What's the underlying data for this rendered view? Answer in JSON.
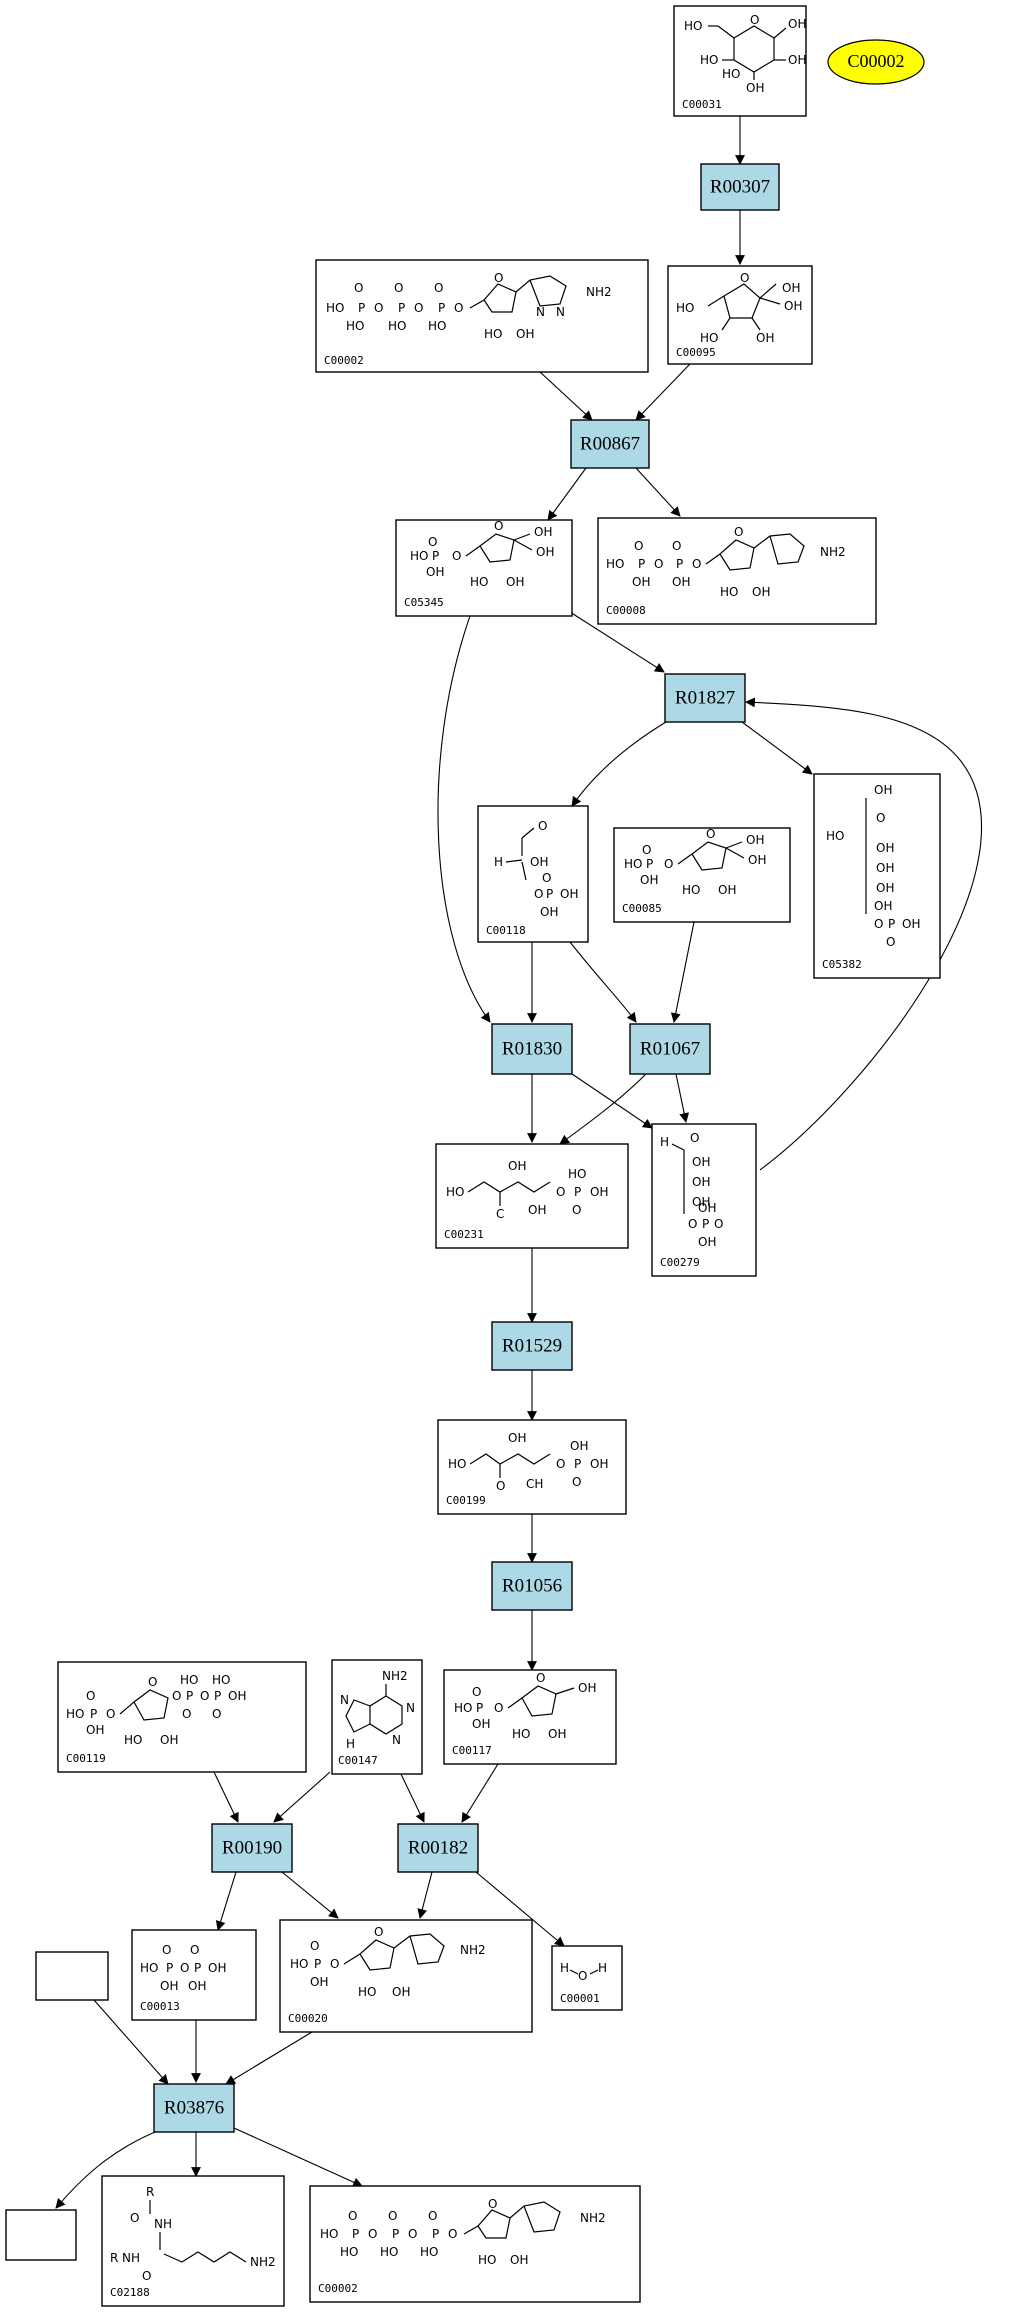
{
  "legend": {
    "compound": "C00002"
  },
  "reactions": {
    "R00307": "R00307",
    "R00867": "R00867",
    "R01827": "R01827",
    "R01830": "R01830",
    "R01067": "R01067",
    "R01529": "R01529",
    "R01056": "R01056",
    "R00190": "R00190",
    "R00182": "R00182",
    "R03876": "R03876"
  },
  "compounds": {
    "c00031": {
      "id": "C00031"
    },
    "c00095": {
      "id": "C00095"
    },
    "c00002_top": {
      "id": "C00002"
    },
    "c05345": {
      "id": "C05345"
    },
    "c00008": {
      "id": "C00008"
    },
    "c00118": {
      "id": "C00118"
    },
    "c00085": {
      "id": "C00085"
    },
    "c05382": {
      "id": "C05382"
    },
    "c00231": {
      "id": "C00231"
    },
    "c00279": {
      "id": "C00279"
    },
    "c00199": {
      "id": "C00199"
    },
    "c00119": {
      "id": "C00119"
    },
    "c00147": {
      "id": "C00147"
    },
    "c00117": {
      "id": "C00117"
    },
    "c00013": {
      "id": "C00013"
    },
    "c00020": {
      "id": "C00020"
    },
    "c00001": {
      "id": "C00001"
    },
    "c02188": {
      "id": "C02188"
    },
    "c00002_bottom": {
      "id": "C00002"
    }
  },
  "atoms": {
    "OH": "OH",
    "HO": "HO",
    "O": "O",
    "P": "P",
    "NH2": "NH2",
    "N": "N",
    "H": "H",
    "R": "R",
    "NH": "NH",
    "C": "C",
    "CH": "CH"
  }
}
